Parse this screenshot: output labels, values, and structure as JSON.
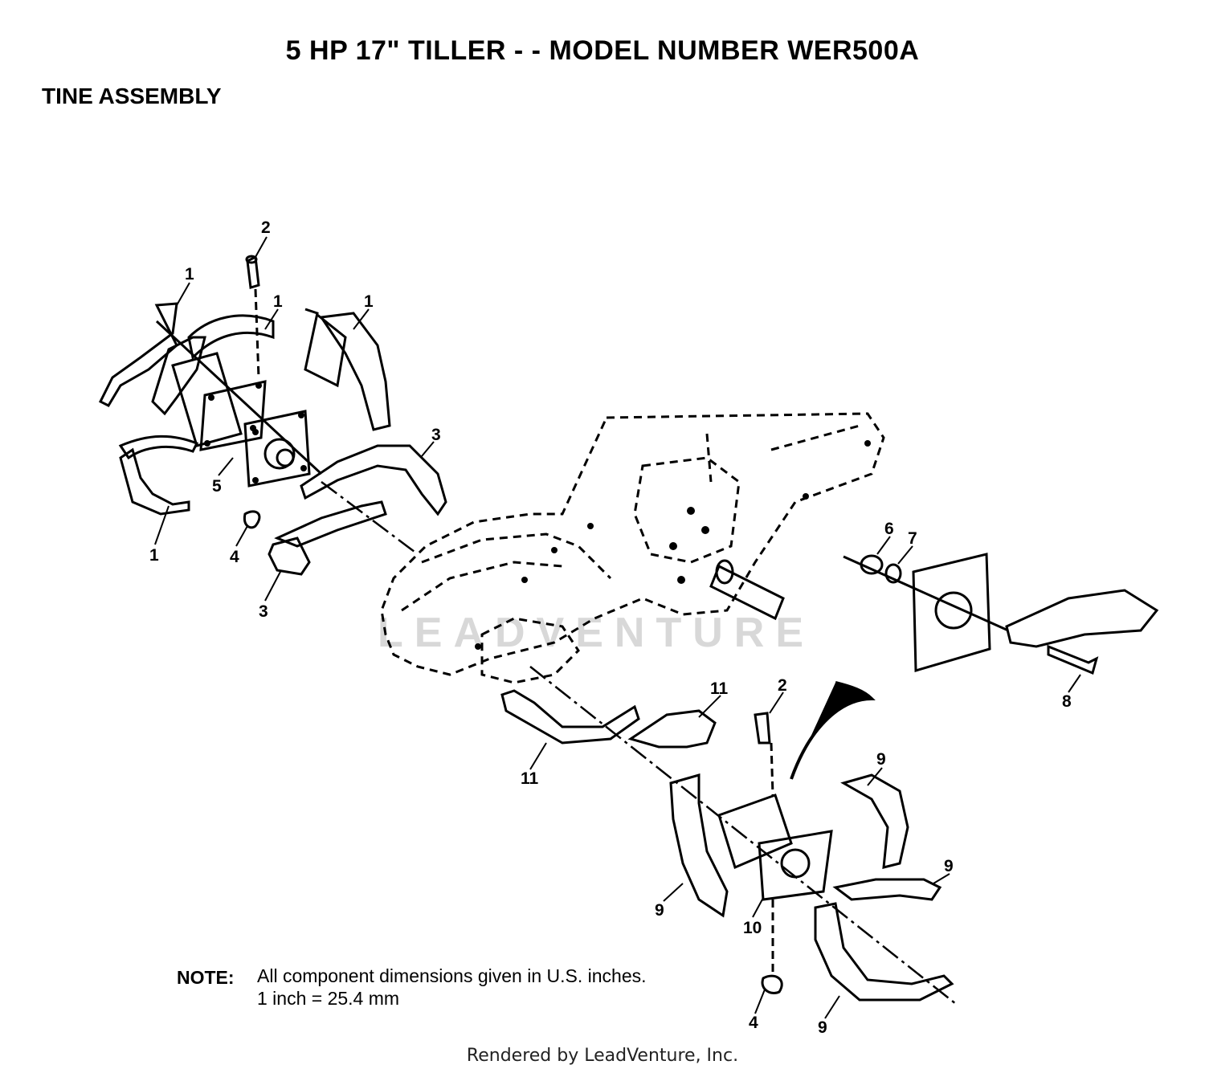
{
  "header": {
    "title": "5 HP  17\" TILLER - - MODEL NUMBER WER500A",
    "subtitle": "TINE ASSEMBLY"
  },
  "callouts": [
    "2",
    "1",
    "1",
    "1",
    "3",
    "5",
    "4",
    "3",
    "1",
    "6",
    "7",
    "8",
    "2",
    "11",
    "11",
    "9",
    "9",
    "9",
    "10",
    "4",
    "9"
  ],
  "watermark": "LEADVENTURE",
  "note": {
    "label": "NOTE:",
    "line1": "All component dimensions given in U.S. inches.",
    "line2": "1 inch = 25.4 mm"
  },
  "footer": "Rendered by LeadVenture, Inc."
}
